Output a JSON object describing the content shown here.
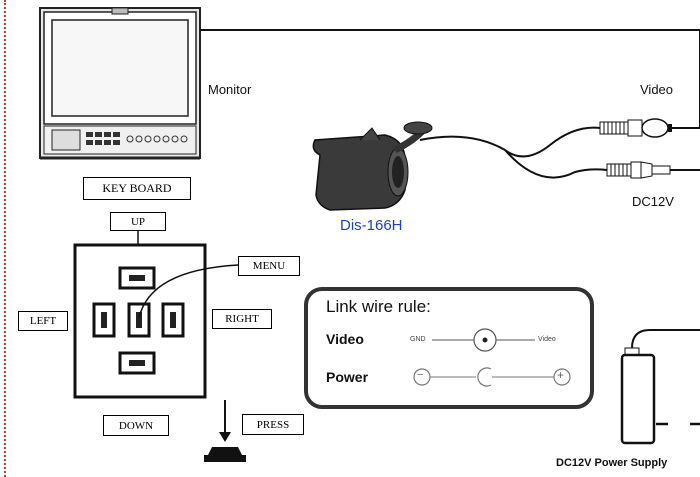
{
  "labels": {
    "monitor": "Monitor",
    "video": "Video",
    "dc12v": "DC12V",
    "camera_model": "Dis-166H",
    "power_supply": "DC12V  Power Supply"
  },
  "keyboard": {
    "title": "KEY BOARD",
    "up": "UP",
    "down": "DOWN",
    "left": "LEFT",
    "right": "RIGHT",
    "menu": "MENU",
    "press": "PRESS"
  },
  "link_rule": {
    "title": "Link wire rule:",
    "video_label": "Video",
    "gnd": "GND",
    "video_pin": "Video",
    "power_label": "Power",
    "minus": "−",
    "plus": "+"
  },
  "colors": {
    "camera_model_text": "#1f3fbf",
    "dotted_border": "#c04040"
  }
}
